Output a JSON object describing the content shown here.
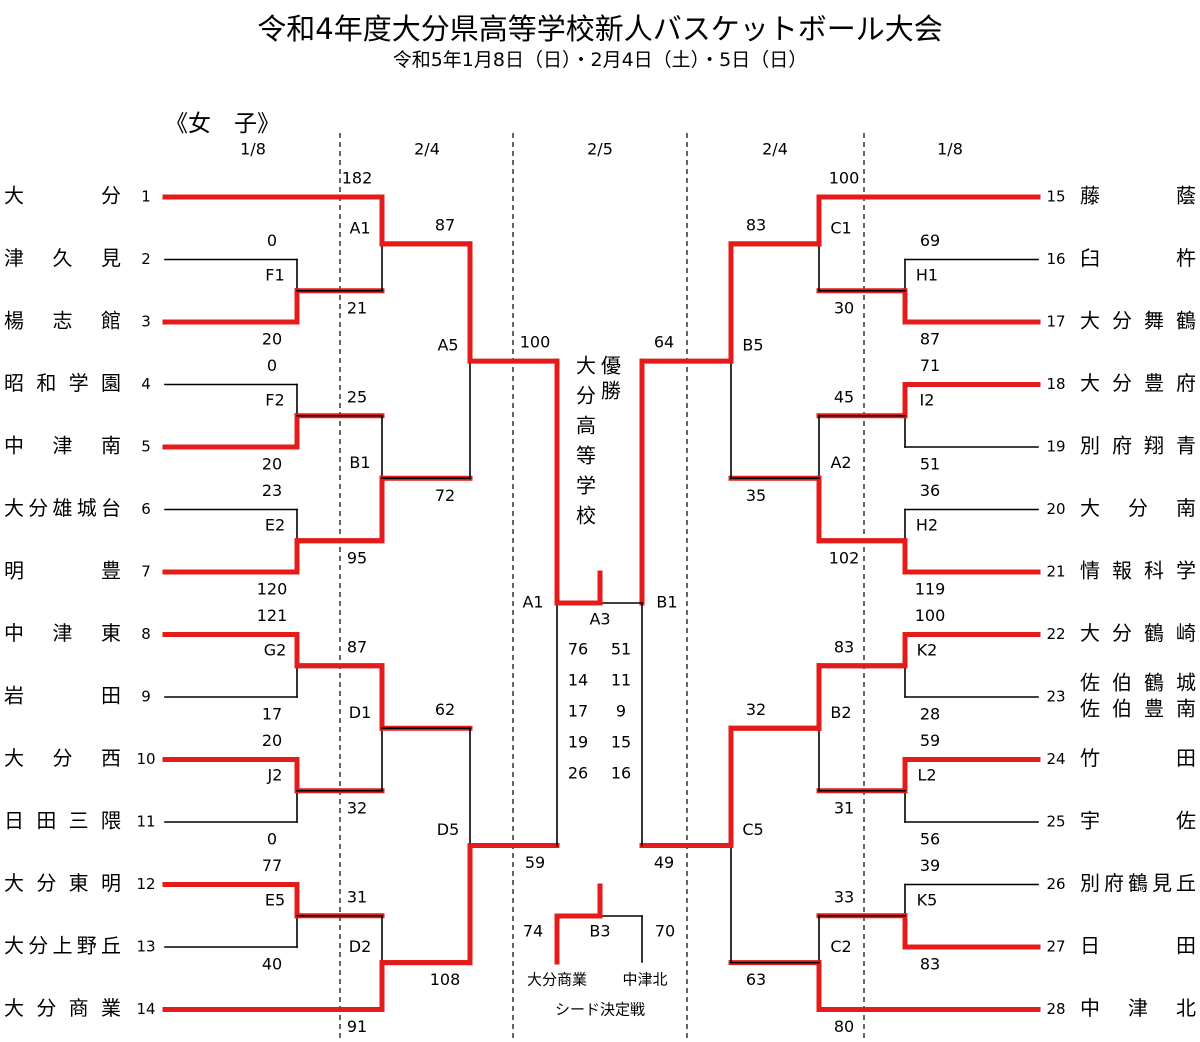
{
  "header": {
    "title": "令和4年度大分県高等学校新人バスケットボール大会",
    "dates": "令和5年1月8日（日）・2月4日（土）・5日（日）",
    "section": "《女　子》"
  },
  "rounds": [
    "1/8",
    "2/4",
    "2/5",
    "2/4",
    "1/8"
  ],
  "teams_left": [
    {
      "no": "1",
      "name": "大　　　分"
    },
    {
      "no": "2",
      "name": "津　久　見"
    },
    {
      "no": "3",
      "name": "楊　志　館"
    },
    {
      "no": "4",
      "name": "昭和学園"
    },
    {
      "no": "5",
      "name": "中　津　南"
    },
    {
      "no": "6",
      "name": "大分雄城台"
    },
    {
      "no": "7",
      "name": "明　　　豊"
    },
    {
      "no": "8",
      "name": "中　津　東"
    },
    {
      "no": "9",
      "name": "岩　　　田"
    },
    {
      "no": "10",
      "name": "大　分　西"
    },
    {
      "no": "11",
      "name": "日田三隈"
    },
    {
      "no": "12",
      "name": "大分東明"
    },
    {
      "no": "13",
      "name": "大分上野丘"
    },
    {
      "no": "14",
      "name": "大分商業"
    }
  ],
  "teams_right": [
    {
      "no": "15",
      "name": "藤　　　蔭"
    },
    {
      "no": "16",
      "name": "臼　　　杵"
    },
    {
      "no": "17",
      "name": "大分舞鶴"
    },
    {
      "no": "18",
      "name": "大分豊府"
    },
    {
      "no": "19",
      "name": "別府翔青"
    },
    {
      "no": "20",
      "name": "大　分　南"
    },
    {
      "no": "21",
      "name": "情報科学"
    },
    {
      "no": "22",
      "name": "大分鶴崎"
    },
    {
      "no": "23",
      "name": "佐伯鶴城",
      "name2": "佐伯豊南"
    },
    {
      "no": "24",
      "name": "竹　　　田"
    },
    {
      "no": "25",
      "name": "宇　　　佐"
    },
    {
      "no": "26",
      "name": "別府鶴見丘"
    },
    {
      "no": "27",
      "name": "日　　　田"
    },
    {
      "no": "28",
      "name": "中　津　北"
    }
  ],
  "matches": {
    "A1": {
      "code": "A1",
      "top": "182",
      "bottom": "21"
    },
    "F1": {
      "code": "F1",
      "top": "0",
      "bottom": "20"
    },
    "F2": {
      "code": "F2",
      "top": "0",
      "bottom": "20"
    },
    "E2": {
      "code": "E2",
      "top": "23",
      "bottom": "120"
    },
    "B1": {
      "code": "B1",
      "top": "25",
      "bottom": "95"
    },
    "G2": {
      "code": "G2",
      "top": "121",
      "bottom": "17"
    },
    "J2": {
      "code": "J2",
      "top": "20",
      "bottom": "0"
    },
    "D1": {
      "code": "D1",
      "top": "87",
      "bottom": "32"
    },
    "E5": {
      "code": "E5",
      "top": "77",
      "bottom": "40"
    },
    "D2": {
      "code": "D2",
      "top": "31",
      "bottom": "91"
    },
    "A5": {
      "code": "A5",
      "top": "87",
      "bottom": "72"
    },
    "D5": {
      "code": "D5",
      "top": "62",
      "bottom": "108"
    },
    "C1": {
      "code": "C1",
      "top": "100",
      "bottom": "30"
    },
    "H1": {
      "code": "H1",
      "top": "69",
      "bottom": "87"
    },
    "I2": {
      "code": "I2",
      "top": "71",
      "bottom": "51"
    },
    "H2": {
      "code": "H2",
      "top": "36",
      "bottom": "119"
    },
    "A2": {
      "code": "A2",
      "top": "45",
      "bottom": "102"
    },
    "K2": {
      "code": "K2",
      "top": "100",
      "bottom": "28"
    },
    "L2": {
      "code": "L2",
      "top": "59",
      "bottom": "56"
    },
    "B2": {
      "code": "B2",
      "top": "83",
      "bottom": "31"
    },
    "K5": {
      "code": "K5",
      "top": "39",
      "bottom": "83"
    },
    "C2": {
      "code": "C2",
      "top": "33",
      "bottom": "80"
    },
    "B5": {
      "code": "B5",
      "top": "83",
      "bottom": "35"
    },
    "C5": {
      "code": "C5",
      "top": "32",
      "bottom": "63"
    }
  },
  "semifinals": {
    "left": {
      "code": "A5",
      "top": "100",
      "bottom": "59"
    },
    "right": {
      "code": "B5",
      "top": "64",
      "bottom": "49"
    }
  },
  "final": {
    "code": "A3",
    "left_label": "A1",
    "right_label": "B1",
    "periods_left": [
      "76",
      "14",
      "17",
      "19",
      "26"
    ],
    "periods_right": [
      "51",
      "11",
      "9",
      "15",
      "16"
    ],
    "winner_label": "優勝",
    "champion": "大分高等学校"
  },
  "seed_match": {
    "code": "B3",
    "left_score": "74",
    "right_score": "70",
    "left_team": "大分商業",
    "right_team": "中津北",
    "caption": "シード決定戦"
  },
  "colors": {
    "win": "#e31b1b",
    "line": "#000000"
  }
}
